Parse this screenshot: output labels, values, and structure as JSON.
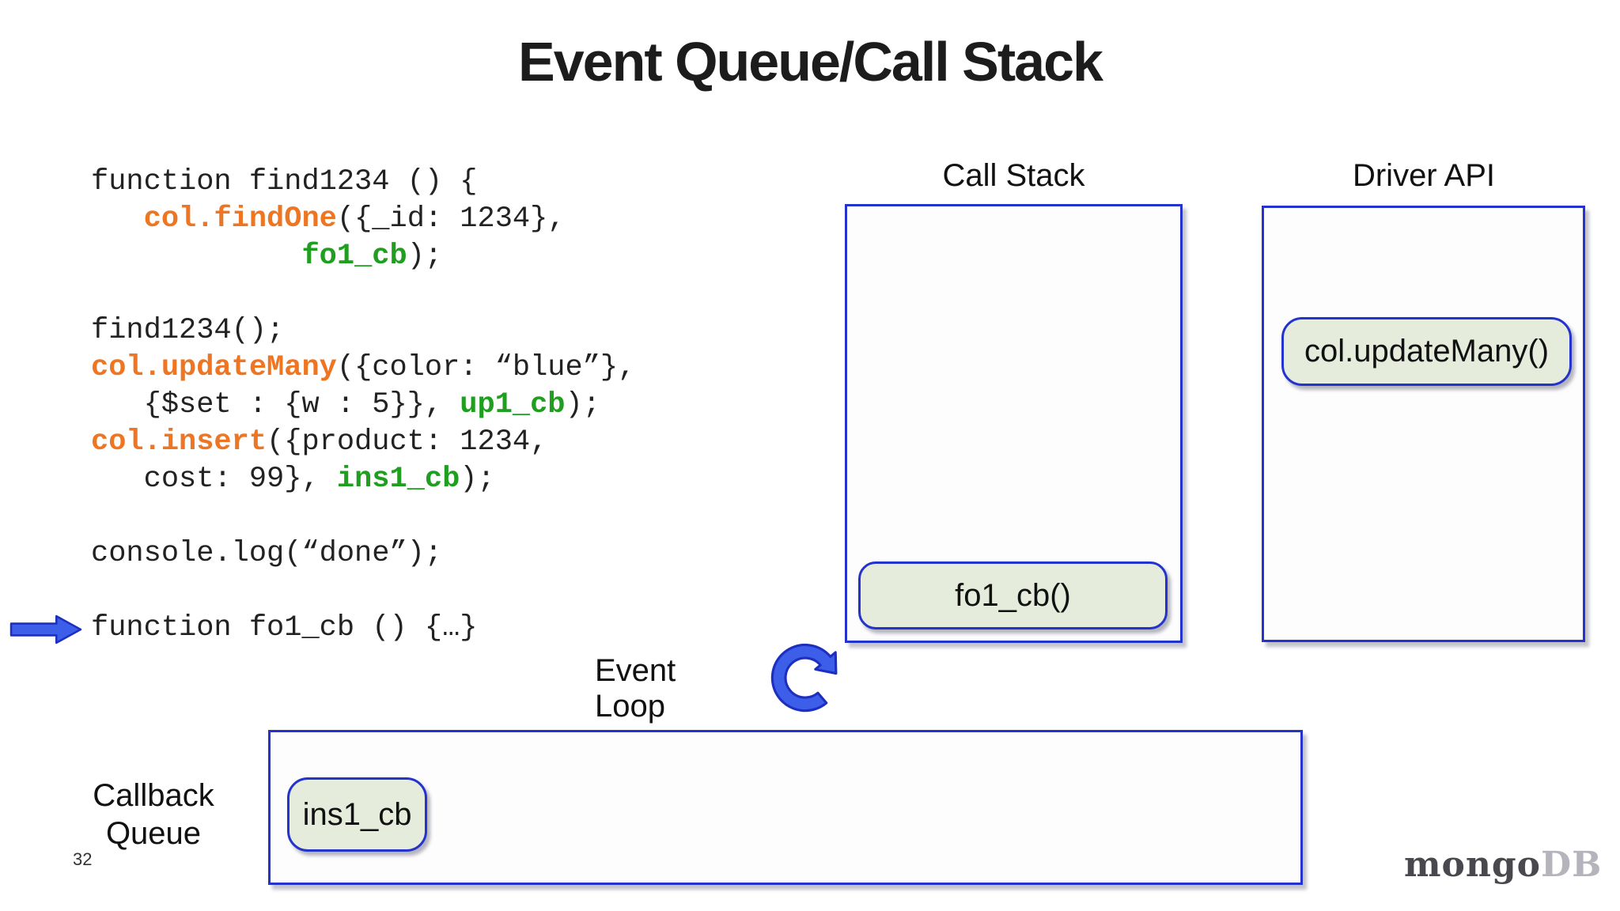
{
  "title": "Event Queue/Call Stack",
  "slide_number": "32",
  "colors": {
    "box_border": "#2433cc",
    "button_fill": "#e6ecdb",
    "code_orange": "#ee7623",
    "code_green": "#1f9e1f",
    "arrow_fill": "#3c5ee8",
    "arrow_stroke": "#1d2fc0",
    "text": "#1a1a1a",
    "logo_dark": "#49484e",
    "logo_light": "#b5b4bc"
  },
  "code": {
    "lines": [
      {
        "segments": [
          {
            "style": "plain",
            "text": "function find1234 () {"
          }
        ]
      },
      {
        "segments": [
          {
            "style": "plain",
            "text": "   "
          },
          {
            "style": "orange",
            "text": "col.findOne"
          },
          {
            "style": "plain",
            "text": "({_id: 1234},"
          }
        ]
      },
      {
        "segments": [
          {
            "style": "plain",
            "text": "            "
          },
          {
            "style": "green",
            "text": "fo1_cb"
          },
          {
            "style": "plain",
            "text": ");"
          }
        ]
      },
      {
        "segments": []
      },
      {
        "segments": [
          {
            "style": "plain",
            "text": "find1234();"
          }
        ]
      },
      {
        "segments": [
          {
            "style": "orange",
            "text": "col.updateMany"
          },
          {
            "style": "plain",
            "text": "({color: “blue”},"
          }
        ]
      },
      {
        "segments": [
          {
            "style": "plain",
            "text": "   {$set : {w : 5}}, "
          },
          {
            "style": "green",
            "text": "up1_cb"
          },
          {
            "style": "plain",
            "text": ");"
          }
        ]
      },
      {
        "segments": [
          {
            "style": "orange",
            "text": "col.insert"
          },
          {
            "style": "plain",
            "text": "({product: 1234,"
          }
        ]
      },
      {
        "segments": [
          {
            "style": "plain",
            "text": "   cost: 99}, "
          },
          {
            "style": "green",
            "text": "ins1_cb"
          },
          {
            "style": "plain",
            "text": ");"
          }
        ]
      },
      {
        "segments": []
      },
      {
        "segments": [
          {
            "style": "plain",
            "text": "console.log(“done”);"
          }
        ]
      },
      {
        "segments": []
      },
      {
        "segments": [
          {
            "style": "plain",
            "text": "function fo1_cb () {…}"
          }
        ]
      }
    ]
  },
  "call_stack": {
    "label": "Call Stack",
    "frames": [
      {
        "label": "fo1_cb()"
      }
    ]
  },
  "driver_api": {
    "label": "Driver API",
    "items": [
      {
        "label": "col.updateMany()"
      }
    ]
  },
  "event_loop": {
    "label": "Event Loop"
  },
  "callback_queue": {
    "label_line1": "Callback",
    "label_line2": "Queue",
    "items": [
      {
        "label": "ins1_cb"
      }
    ]
  },
  "logo": {
    "part1": "mongo",
    "part2": "DB"
  }
}
